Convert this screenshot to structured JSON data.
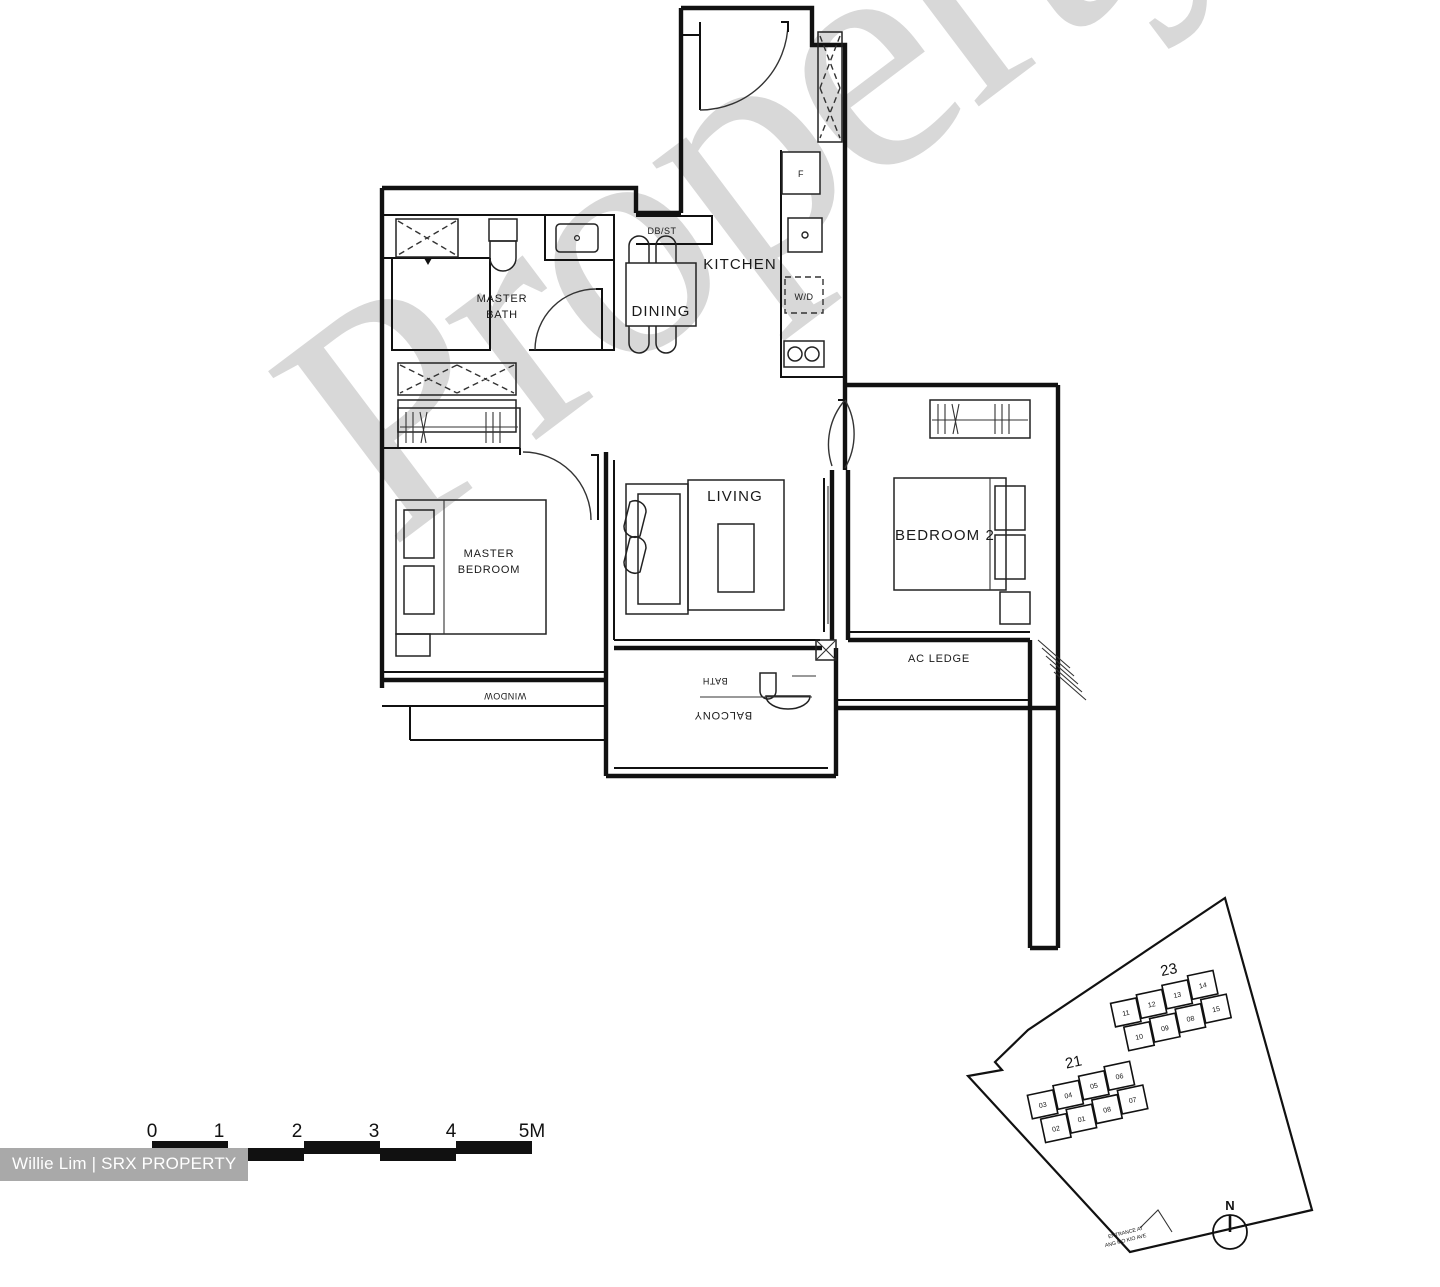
{
  "document": {
    "type": "residential-floor-plan",
    "watermark_text": "PropertyEx",
    "credit": "Willie Lim | SRX PROPERTY"
  },
  "rooms": [
    {
      "id": "master-bath",
      "label": "MASTER\nBATH",
      "line1": "MASTER",
      "line2": "BATH"
    },
    {
      "id": "master-bedroom",
      "label": "MASTER\nBEDROOM",
      "line1": "MASTER",
      "line2": "BEDROOM"
    },
    {
      "id": "dining",
      "label": "DINING"
    },
    {
      "id": "kitchen",
      "label": "KITCHEN"
    },
    {
      "id": "living",
      "label": "LIVING"
    },
    {
      "id": "bedroom-2",
      "label": "BEDROOM 2"
    },
    {
      "id": "ac-ledge",
      "label": "AC LEDGE"
    },
    {
      "id": "balcony",
      "label": "BALCONY"
    },
    {
      "id": "window",
      "label": "WINDOW"
    },
    {
      "id": "bath-2",
      "label": "BATH"
    }
  ],
  "annotations": {
    "db_st": "DB/ST",
    "fridge": "F",
    "washer_dryer": "W/D"
  },
  "scale_bar": {
    "unit_suffix": "M",
    "ticks": [
      "0",
      "1",
      "2",
      "3",
      "4",
      "5M"
    ],
    "max_metres": 5
  },
  "site_plan": {
    "blocks": [
      {
        "number": "21",
        "rows": [
          {
            "units": [
              "03",
              "04",
              "05",
              "06"
            ]
          },
          {
            "units": [
              "02",
              "01",
              "08",
              "07"
            ]
          }
        ]
      },
      {
        "number": "23",
        "rows": [
          {
            "units": [
              "11",
              "12",
              "13",
              "14"
            ]
          },
          {
            "units": [
              "10",
              "09",
              "08",
              "15"
            ]
          }
        ]
      }
    ],
    "entrance_note_line1": "ENTRANCE AT",
    "entrance_note_line2": "ANG MO KIO AVE",
    "compass_label": "N"
  },
  "colors": {
    "ink": "#111111",
    "watermark": "#d8d8d8",
    "credit_bg": "#a9a9a9",
    "credit_fg": "#ffffff"
  }
}
